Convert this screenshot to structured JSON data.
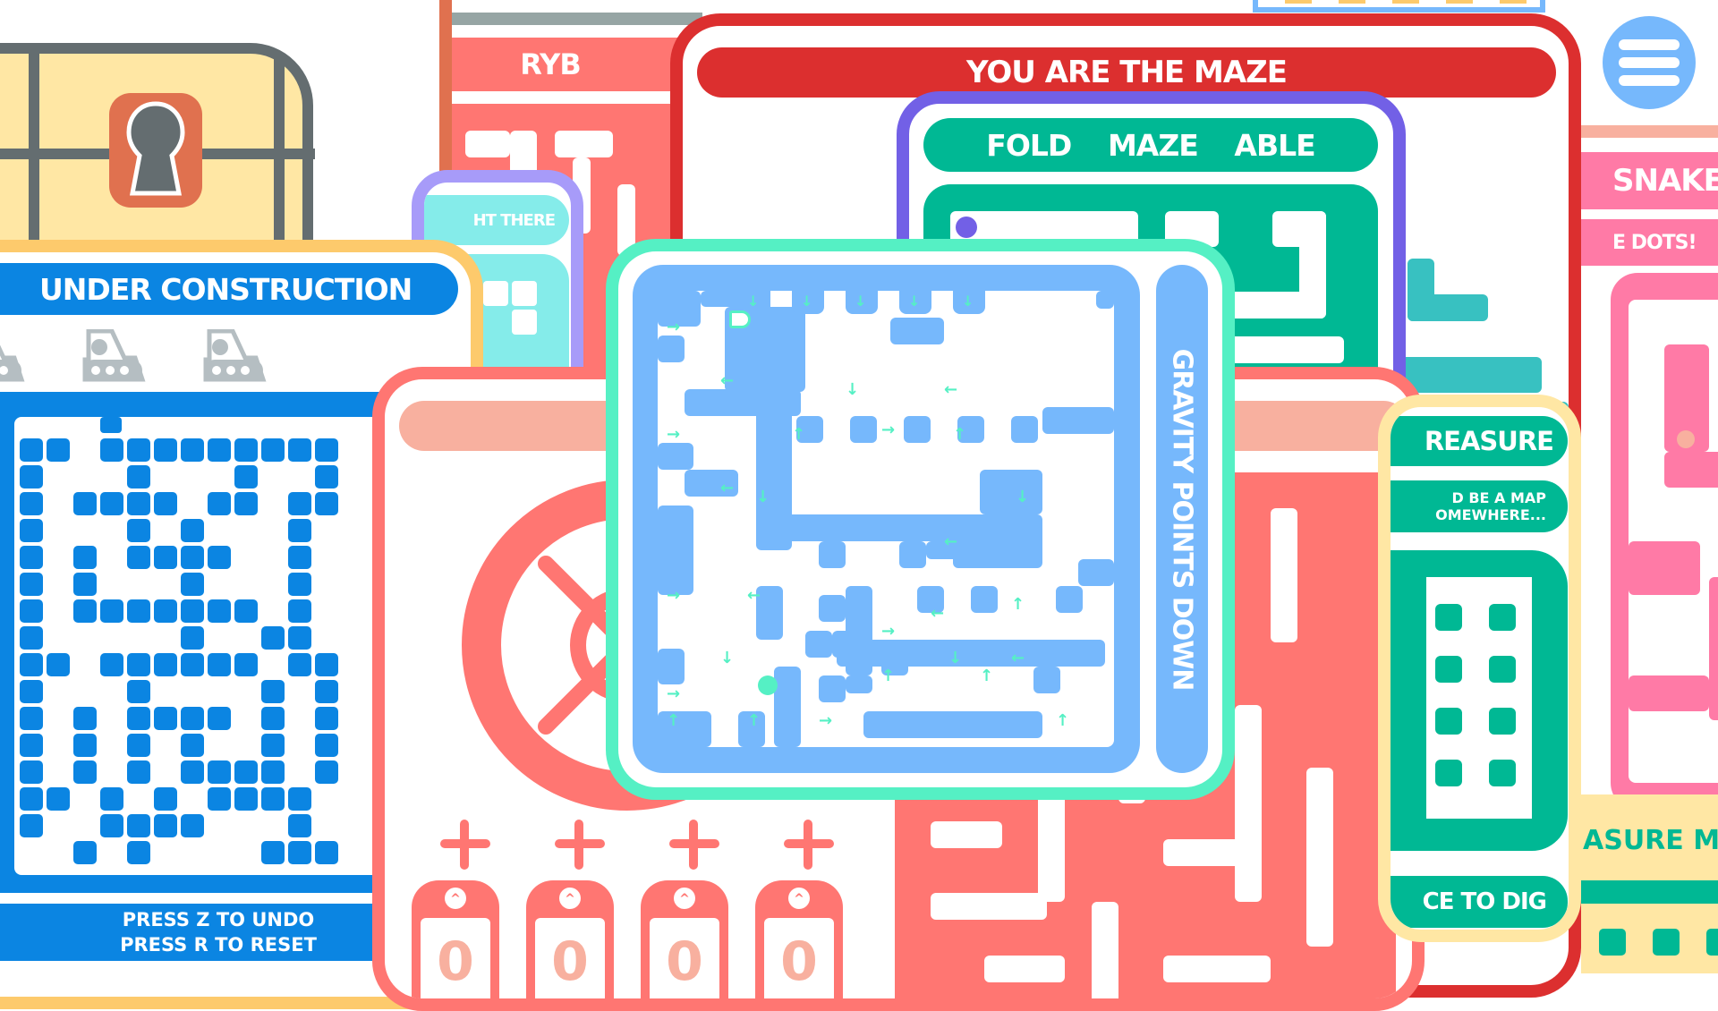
{
  "colors": {
    "red": "#dc2f2f",
    "coral": "#ff7672",
    "salmon": "#f8b09f",
    "blue": "#0b85e2",
    "lightblue": "#76b8fc",
    "mint": "#55f0c4",
    "green": "#00b894",
    "purple": "#7260e6",
    "pink": "#ff7aa6",
    "yellow": "#ffe7a4",
    "orange": "#fdca6c",
    "teal": "#38c1c1"
  },
  "cards": {
    "chest": {
      "icon": "keyhole-icon"
    },
    "ryb": {
      "title": "RYB"
    },
    "right_there": {
      "title": "HT THERE"
    },
    "under_construction": {
      "title": "UNDER CONSTRUCTION",
      "hint_undo": "PRESS Z TO UNDO",
      "hint_reset": "PRESS R TO RESET",
      "icon": "bulldozer-icon"
    },
    "you_are_the_maze": {
      "title": "YOU ARE THE MAZE"
    },
    "foldable": {
      "words": [
        "FOLD",
        "MAZE",
        "ABLE"
      ]
    },
    "gravity": {
      "title": "GRAVITY POINTS DOWN"
    },
    "safe": {
      "counters": [
        "0",
        "0",
        "0",
        "0"
      ]
    },
    "treasure": {
      "title": "REASURE",
      "subtitle_line1": "D BE A MAP",
      "subtitle_line2": "OMEWHERE...",
      "footer": "CE TO DIG"
    },
    "snake": {
      "title": "SNAKE",
      "subtitle": "E DOTS!"
    },
    "treasure_map": {
      "title": "ASURE M"
    }
  },
  "menu": {
    "icon": "hamburger-menu-icon"
  }
}
